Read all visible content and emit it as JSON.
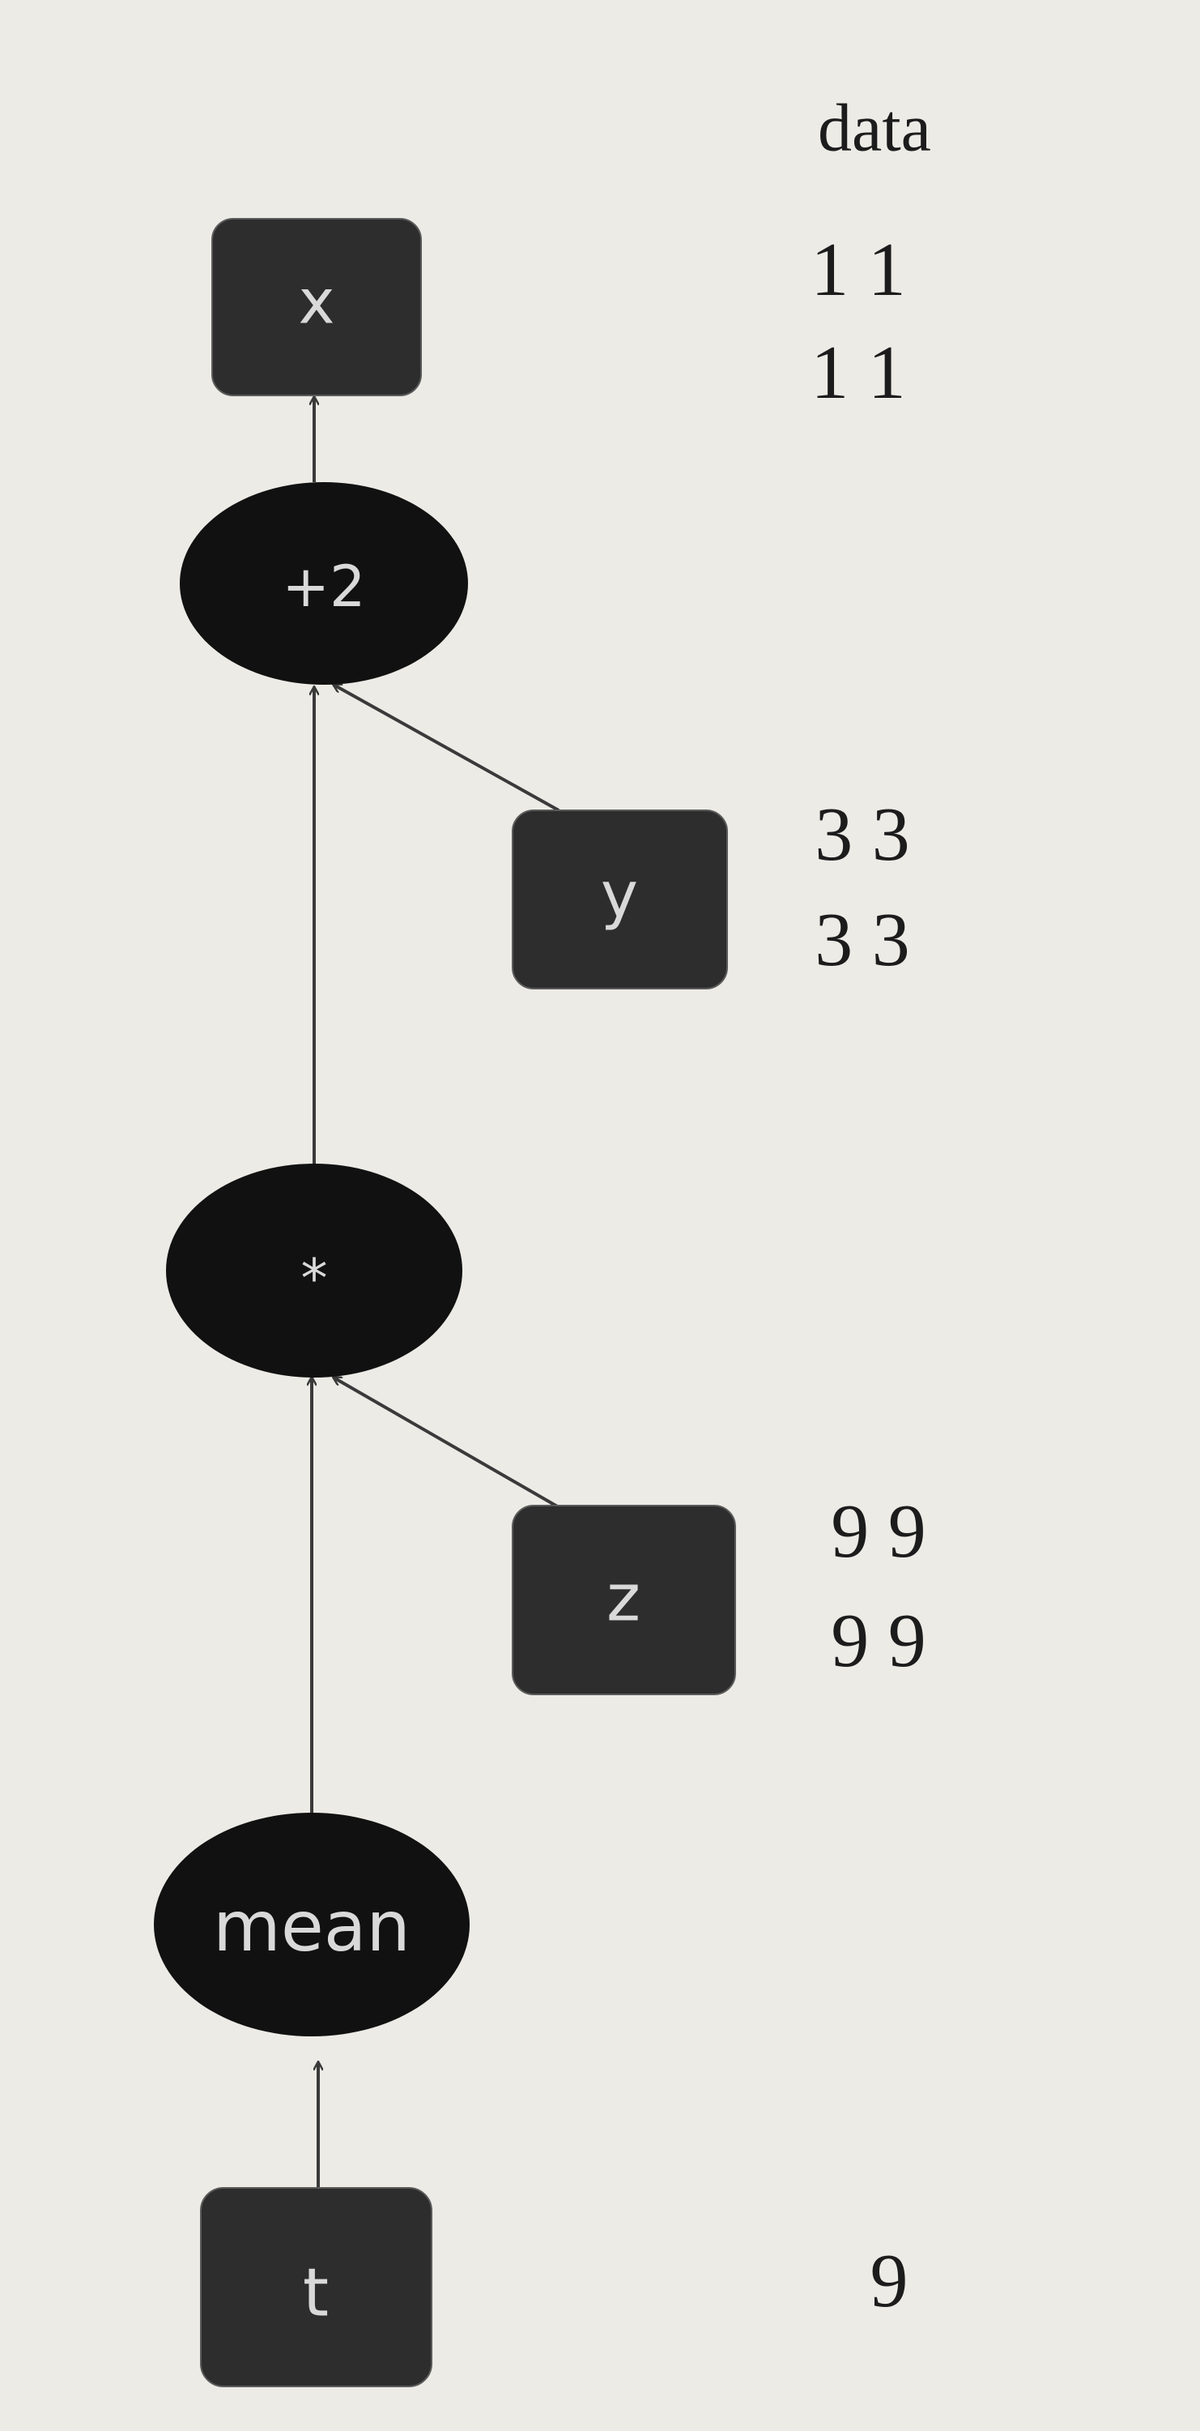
{
  "data_header": "data",
  "nodes": {
    "x": "x",
    "plus2": "+2",
    "y": "y",
    "mul": "*",
    "z": "z",
    "mean": "mean",
    "t": "t"
  },
  "values": {
    "x": [
      "1 1",
      "1 1"
    ],
    "y": [
      "3 3",
      "3 3"
    ],
    "z": [
      "9 9",
      "9 9"
    ],
    "t": [
      "9"
    ]
  }
}
